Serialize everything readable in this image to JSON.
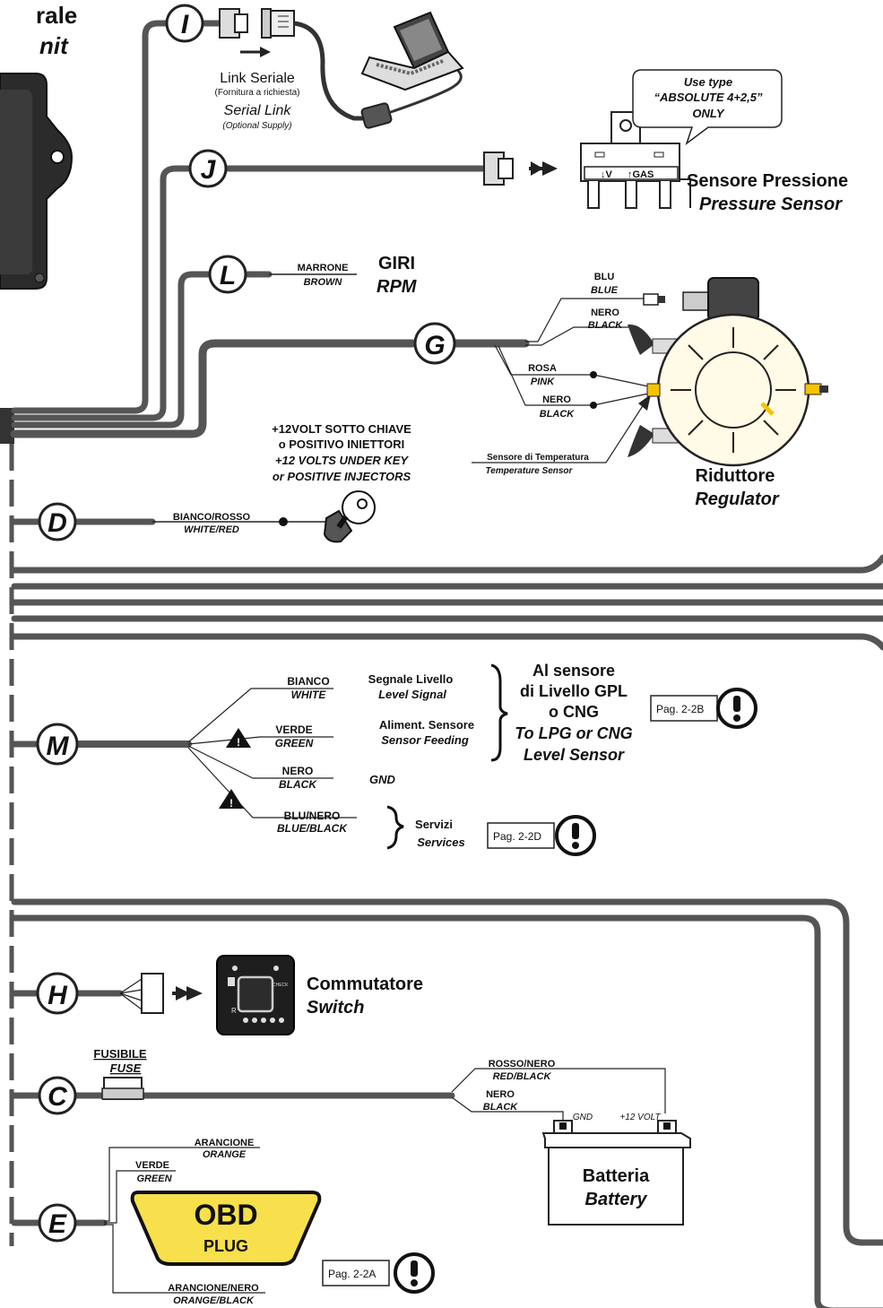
{
  "ecu": {
    "title_line1": "rale",
    "title_line2": "nit"
  },
  "connectors": {
    "I": "I",
    "J": "J",
    "L": "L",
    "G": "G",
    "D": "D",
    "M": "M",
    "H": "H",
    "C": "C",
    "E": "E"
  },
  "serial_link": {
    "it": "Link Seriale",
    "it_note": "(Fornitura a richiesta)",
    "en": "Serial Link",
    "en_note": "(Optional Supply)"
  },
  "pressure_sensor": {
    "callout_line1": "Use type",
    "callout_line2": "“ABSOLUTE 4+2,5”",
    "callout_line3": "ONLY",
    "port_v": "V",
    "port_gas": "GAS",
    "it": "Sensore Pressione",
    "en": "Pressure Sensor"
  },
  "rpm": {
    "wire_it": "MARRONE",
    "wire_en": "BROWN",
    "it": "GIRI",
    "en": "RPM"
  },
  "regulator": {
    "blu_it": "BLU",
    "blu_en": "BLUE",
    "nero_it": "NERO",
    "nero_en": "BLACK",
    "rosa_it": "ROSA",
    "rosa_en": "PINK",
    "nero2_it": "NERO",
    "nero2_en": "BLACK",
    "temp_it": "Sensore di Temperatura",
    "temp_en": "Temperature Sensor",
    "it": "Riduttore",
    "en": "Regulator"
  },
  "key": {
    "line1": "+12VOLT SOTTO CHIAVE",
    "line2": "o POSITIVO INIETTORI",
    "line3": "+12 VOLTS UNDER KEY",
    "line4": "or POSITIVE INJECTORS",
    "wire_it": "BIANCO/ROSSO",
    "wire_en": "WHITE/RED"
  },
  "level": {
    "bianco_it": "BIANCO",
    "bianco_en": "WHITE",
    "verde_it": "VERDE",
    "verde_en": "GREEN",
    "nero_it": "NERO",
    "nero_en": "BLACK",
    "blunero_it": "BLU/NERO",
    "blunero_en": "BLUE/BLACK",
    "signal_it": "Segnale Livello",
    "signal_en": "Level Signal",
    "feed_it": "Aliment. Sensore",
    "feed_en": "Sensor Feeding",
    "gnd": "GND",
    "target1": "Al sensore",
    "target2": "di Livello GPL",
    "target3": "o CNG",
    "target4": "To LPG or CNG",
    "target5": "Level Sensor",
    "ref": "Pag. 2-2B",
    "services_it": "Servizi",
    "services_en": "Services",
    "services_ref": "Pag. 2-2D"
  },
  "switch": {
    "it": "Commutatore",
    "en": "Switch",
    "check": "CHECK",
    "r": "R"
  },
  "fuse": {
    "it": "FUSIBILE",
    "en": "FUSE"
  },
  "battery": {
    "rn_it": "ROSSO/NERO",
    "rn_en": "RED/BLACK",
    "nero_it": "NERO",
    "nero_en": "BLACK",
    "gnd": "GND",
    "plus": "+12 VOLT",
    "it": "Batteria",
    "en": "Battery"
  },
  "obd": {
    "arancione_it": "ARANCIONE",
    "arancione_en": "ORANGE",
    "verde_it": "VERDE",
    "verde_en": "GREEN",
    "an_it": "ARANCIONE/NERO",
    "an_en": "ORANGE/BLACK",
    "line1": "OBD",
    "line2": "PLUG",
    "ref": "Pag. 2-2A"
  },
  "colors": {
    "wire": "#555555",
    "obd": "#f7e04b",
    "regulator": "#fffbe6",
    "accent_yellow": "#f5c400"
  }
}
